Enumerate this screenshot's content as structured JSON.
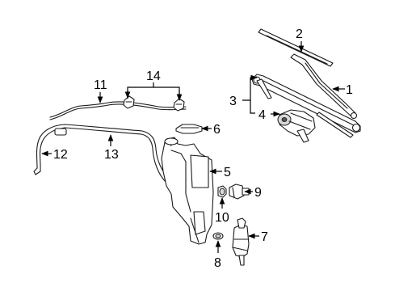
{
  "callouts": [
    {
      "id": "c1",
      "text": "1"
    },
    {
      "id": "c2",
      "text": "2"
    },
    {
      "id": "c3",
      "text": "3"
    },
    {
      "id": "c4",
      "text": "4"
    },
    {
      "id": "c5",
      "text": "5"
    },
    {
      "id": "c6",
      "text": "6"
    },
    {
      "id": "c7",
      "text": "7"
    },
    {
      "id": "c8",
      "text": "8"
    },
    {
      "id": "c9",
      "text": "9"
    },
    {
      "id": "c10",
      "text": "10"
    },
    {
      "id": "c11",
      "text": "11"
    },
    {
      "id": "c12",
      "text": "12"
    },
    {
      "id": "c13",
      "text": "13"
    },
    {
      "id": "c14",
      "text": "14"
    }
  ]
}
